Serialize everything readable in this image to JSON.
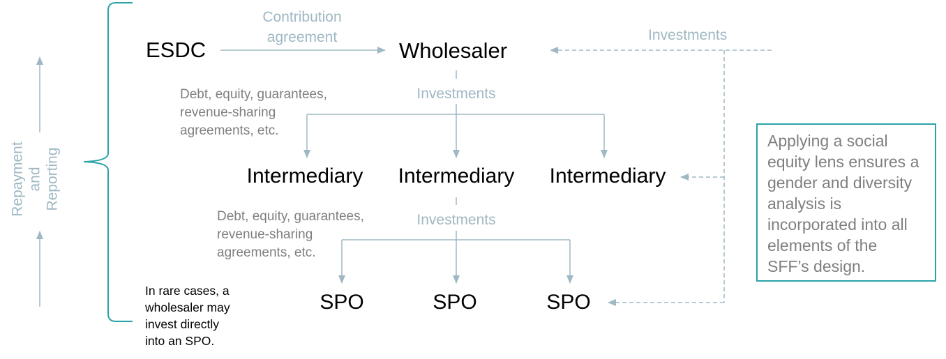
{
  "nodes": {
    "esdc": "ESDC",
    "wholesaler": "Wholesaler",
    "intermediaries": [
      "Intermediary",
      "Intermediary",
      "Intermediary"
    ],
    "spos": [
      "SPO",
      "SPO",
      "SPO"
    ]
  },
  "labels": {
    "contribution_agreement": [
      "Contribution",
      "agreement"
    ],
    "investments_top_right": "Investments",
    "investments_wholesaler": "Investments",
    "investments_intermediary": "Investments",
    "instruments_top": [
      "Debt, equity, guarantees,",
      "revenue-sharing",
      "agreements,  etc."
    ],
    "instruments_mid": [
      "Debt, equity, guarantees,",
      "revenue-sharing",
      "agreements,  etc."
    ],
    "side_label": [
      "Repayment",
      "and",
      "Reporting"
    ],
    "rare_case_note": [
      "In rare cases, a",
      "wholesaler may",
      "invest directly",
      "into an SPO."
    ],
    "equity_box": [
      "Applying a social",
      "equity lens ensures a",
      "gender and diversity",
      "analysis is",
      "incorporated into all",
      "elements of the",
      "SFF’s design."
    ]
  },
  "colors": {
    "arrow": "#9fb8c4",
    "brace": "#2aa3a8",
    "box_border": "#2aa3a8",
    "muted_text": "#7f7f7f",
    "light_text": "#9fb8c4"
  }
}
